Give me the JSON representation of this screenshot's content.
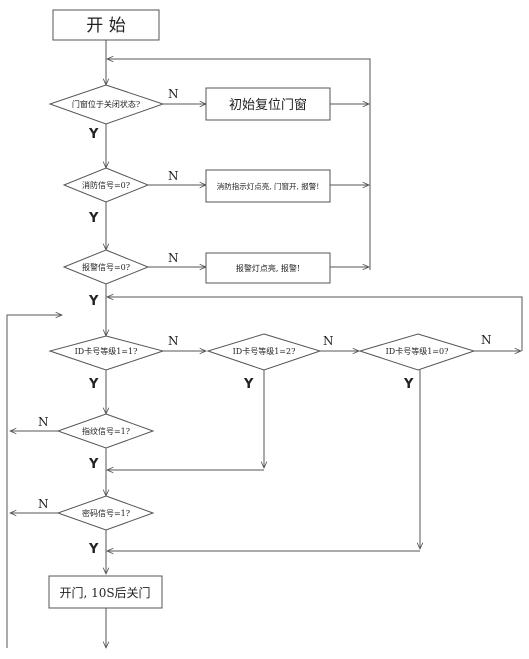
{
  "nodes": {
    "start": "开 始",
    "d1": "门窗位于关闭状态?",
    "p1": "初始复位门窗",
    "d2": "消防信号=0?",
    "p2": "消防指示灯点亮, 门窗开, 报警!",
    "d3": "报警信号=0?",
    "p3": "报警灯点亮, 报警!",
    "d4": "ID卡号等级1=1?",
    "d5": "ID卡号等级1=2?",
    "d6": "ID卡号等级1=0?",
    "d7": "指纹信号=1?",
    "d8": "密码信号=1?",
    "p4": "开门, 10S后关门"
  },
  "edge_labels": {
    "yes": "Y",
    "no": "N"
  }
}
